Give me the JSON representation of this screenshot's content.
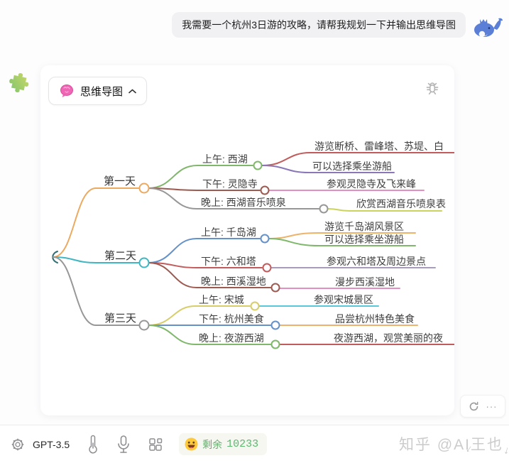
{
  "chat": {
    "user_message": "我需要一个杭州3日游的攻略，请帮我规划一下并输出思维导图",
    "avatar_icon": "whale-with-crown"
  },
  "plugin_icon": "puzzle-piece",
  "card": {
    "header": {
      "title": "思维导图",
      "collapse_icon": "chevron-up",
      "debug_icon": "bug"
    },
    "actions": {
      "refresh_icon": "refresh",
      "more_label": "···"
    },
    "mindmap": {
      "days": [
        {
          "label": "第一天",
          "children": [
            {
              "label": "上午: 西湖",
              "leaves": [
                "游览断桥、雷峰塔、苏堤、白",
                "可以选择乘坐游船"
              ]
            },
            {
              "label": "下午: 灵隐寺",
              "leaves": [
                "参观灵隐寺及飞来峰"
              ]
            },
            {
              "label": "晚上: 西湖音乐喷泉",
              "leaves": [
                "欣赏西湖音乐喷泉表"
              ]
            }
          ]
        },
        {
          "label": "第二天",
          "children": [
            {
              "label": "上午: 千岛湖",
              "leaves": [
                "游览千岛湖风景区",
                "可以选择乘坐游船"
              ]
            },
            {
              "label": "下午: 六和塔",
              "leaves": [
                "参观六和塔及周边景点"
              ]
            },
            {
              "label": "晚上: 西溪湿地",
              "leaves": [
                "漫步西溪湿地"
              ]
            }
          ]
        },
        {
          "label": "第三天",
          "children": [
            {
              "label": "上午: 宋城",
              "leaves": [
                "参观宋城景区"
              ]
            },
            {
              "label": "下午: 杭州美食",
              "leaves": [
                "品尝杭州特色美食"
              ]
            },
            {
              "label": "晚上: 夜游西湖",
              "leaves": [
                "夜游西湖，观赏美丽的夜"
              ]
            }
          ]
        }
      ]
    }
  },
  "footer": {
    "model": "GPT-3.5",
    "tokens_label": "剩余",
    "tokens_value": "10233",
    "watermark": "知乎 @AI王也",
    "icons": [
      "settings",
      "thermometer",
      "microphone",
      "apps",
      "smiley"
    ]
  },
  "colors": {
    "orange": "#ECA95F",
    "teal": "#3FB6C2",
    "gray": "#979797",
    "green": "#7FB86A",
    "red": "#C25B5B",
    "purple": "#8A77B8",
    "maroon": "#9C5A50",
    "pink": "#E18FC3",
    "yellow_green": "#CBD35F",
    "blue": "#6591C9",
    "light_orange": "#EDB36B",
    "gray_violet": "#A79DBB",
    "yellow": "#D7CD6A",
    "cyan": "#5BC8DA",
    "whale_blue": "#5B7FD6",
    "brain_pink": "#EE66B4"
  }
}
